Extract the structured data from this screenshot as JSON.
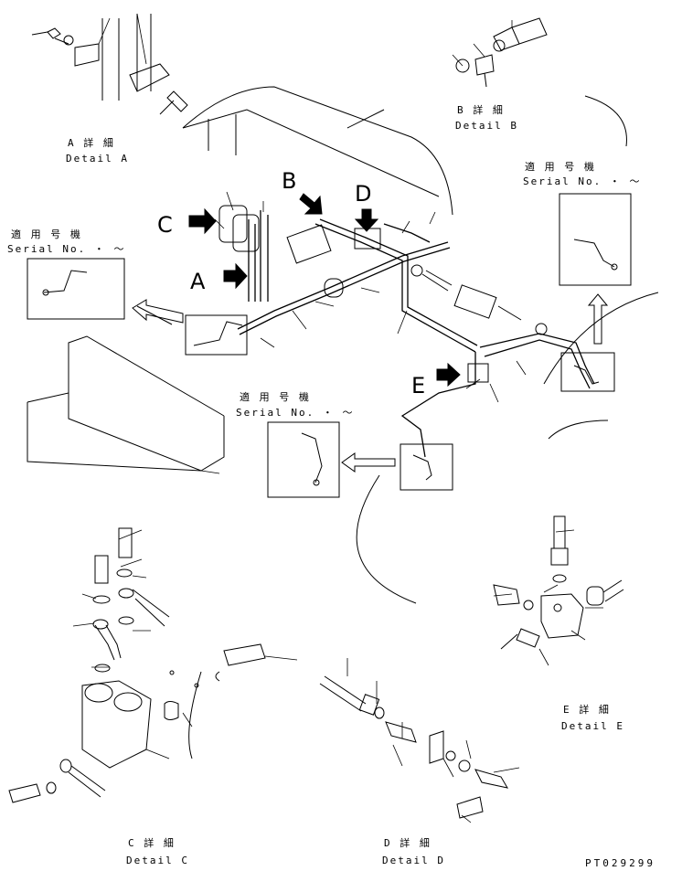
{
  "callouts": {
    "a": "A",
    "b": "B",
    "c": "C",
    "d": "D",
    "e": "E"
  },
  "details": {
    "a": {
      "jp": "A 詳 細",
      "en": "Detail A"
    },
    "b": {
      "jp": "B 詳 細",
      "en": "Detail B"
    },
    "c": {
      "jp": "C 詳 細",
      "en": "Detail C"
    },
    "d": {
      "jp": "D 詳 細",
      "en": "Detail D"
    },
    "e": {
      "jp": "E 詳 細",
      "en": "Detail E"
    }
  },
  "serial_boxes": [
    {
      "jp": "適 用 号 機",
      "en": "Serial No.  ・ ～"
    },
    {
      "jp": "適 用 号 機",
      "en": "Serial No.  ・ ～"
    },
    {
      "jp": "適 用 号 機",
      "en": "Serial No.  ・ ～"
    }
  ],
  "drawing_code": "PT029299"
}
